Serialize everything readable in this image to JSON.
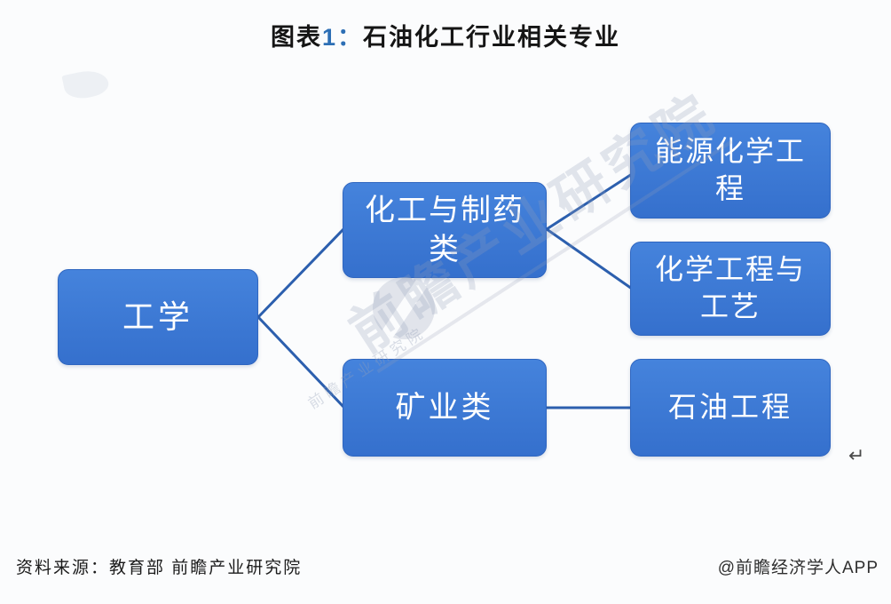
{
  "title": {
    "label_prefix": "图表",
    "label_number": "1",
    "label_colon": "：",
    "label_main": "石油化工行业相关专业"
  },
  "nodes": {
    "root": "工学",
    "branch_top": "化工与制药类",
    "branch_bottom": "矿业类",
    "leaf_top": "能源化学工程",
    "leaf_middle": "化学工程与工艺",
    "leaf_bottom": "石油工程"
  },
  "watermark": {
    "brand_large": "前瞻产业研究院",
    "brand_small": "前瞻产业研究院"
  },
  "footer": {
    "source": "资料来源：教育部 前瞻产业研究院",
    "credit": "@前瞻经济学人APP"
  },
  "symbols": {
    "return_mark": "↵"
  },
  "colors": {
    "node_fill": "#3b78d4",
    "node_fill_light": "#4583dc",
    "connector": "#2c5fae",
    "title_accent": "#2d6fb5",
    "background": "#fbfcfd"
  }
}
